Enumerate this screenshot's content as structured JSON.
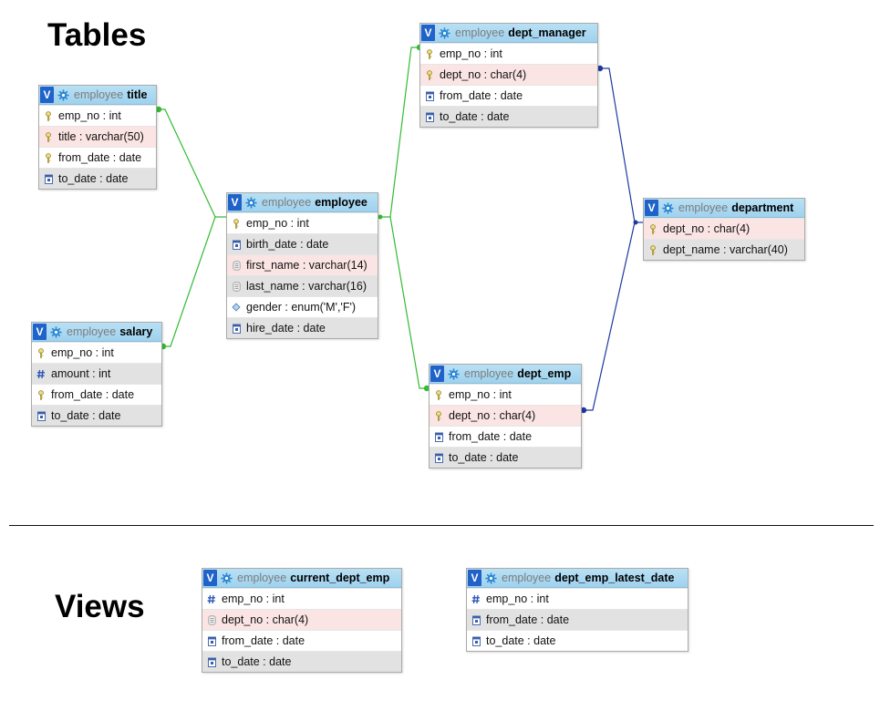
{
  "sections": {
    "tables": "Tables",
    "views": "Views"
  },
  "colors": {
    "link_green": "#33bb33",
    "link_blue": "#1e3a9e",
    "header": "#a9d8f0",
    "badge": "#1f62c9"
  },
  "tables": [
    {
      "id": "title",
      "db": "employee",
      "name": "title",
      "badge": "V",
      "columns": [
        {
          "text": "emp_no : int",
          "icon": "key-icon",
          "bg": "white"
        },
        {
          "text": "title : varchar(50)",
          "icon": "key-icon",
          "bg": "pink"
        },
        {
          "text": "from_date : date",
          "icon": "key-icon",
          "bg": "white"
        },
        {
          "text": "to_date : date",
          "icon": "date-icon",
          "bg": "gray"
        }
      ]
    },
    {
      "id": "salary",
      "db": "employee",
      "name": "salary",
      "badge": "V",
      "columns": [
        {
          "text": "emp_no : int",
          "icon": "key-icon",
          "bg": "white"
        },
        {
          "text": "amount : int",
          "icon": "hash-icon",
          "bg": "gray"
        },
        {
          "text": "from_date : date",
          "icon": "key-icon",
          "bg": "white"
        },
        {
          "text": "to_date : date",
          "icon": "date-icon",
          "bg": "gray"
        }
      ]
    },
    {
      "id": "employee",
      "db": "employee",
      "name": "employee",
      "badge": "V",
      "columns": [
        {
          "text": "emp_no : int",
          "icon": "key-icon",
          "bg": "white"
        },
        {
          "text": "birth_date : date",
          "icon": "date-icon",
          "bg": "gray"
        },
        {
          "text": "first_name : varchar(14)",
          "icon": "text-icon",
          "bg": "pink"
        },
        {
          "text": "last_name : varchar(16)",
          "icon": "text-icon",
          "bg": "gray"
        },
        {
          "text": "gender : enum('M','F')",
          "icon": "enum-icon",
          "bg": "white"
        },
        {
          "text": "hire_date : date",
          "icon": "date-icon",
          "bg": "gray"
        }
      ]
    },
    {
      "id": "dept_manager",
      "db": "employee",
      "name": "dept_manager",
      "badge": "V",
      "columns": [
        {
          "text": "emp_no : int",
          "icon": "key-icon",
          "bg": "white"
        },
        {
          "text": "dept_no : char(4)",
          "icon": "key-icon",
          "bg": "pink"
        },
        {
          "text": "from_date : date",
          "icon": "date-icon",
          "bg": "white"
        },
        {
          "text": "to_date : date",
          "icon": "date-icon",
          "bg": "gray"
        }
      ]
    },
    {
      "id": "department",
      "db": "employee",
      "name": "department",
      "badge": "V",
      "columns": [
        {
          "text": "dept_no : char(4)",
          "icon": "key-icon",
          "bg": "pink"
        },
        {
          "text": "dept_name : varchar(40)",
          "icon": "key-icon",
          "bg": "gray"
        }
      ]
    },
    {
      "id": "dept_emp",
      "db": "employee",
      "name": "dept_emp",
      "badge": "V",
      "columns": [
        {
          "text": "emp_no : int",
          "icon": "key-icon",
          "bg": "white"
        },
        {
          "text": "dept_no : char(4)",
          "icon": "key-icon",
          "bg": "pink"
        },
        {
          "text": "from_date : date",
          "icon": "date-icon",
          "bg": "white"
        },
        {
          "text": "to_date : date",
          "icon": "date-icon",
          "bg": "gray"
        }
      ]
    },
    {
      "id": "current_dept_emp",
      "db": "employee",
      "name": "current_dept_emp",
      "badge": "V",
      "columns": [
        {
          "text": "emp_no : int",
          "icon": "hash-icon",
          "bg": "white"
        },
        {
          "text": "dept_no : char(4)",
          "icon": "text-icon",
          "bg": "pink"
        },
        {
          "text": "from_date : date",
          "icon": "date-icon",
          "bg": "white"
        },
        {
          "text": "to_date : date",
          "icon": "date-icon",
          "bg": "gray"
        }
      ]
    },
    {
      "id": "dept_emp_latest_date",
      "db": "employee",
      "name": "dept_emp_latest_date",
      "badge": "V",
      "columns": [
        {
          "text": "emp_no : int",
          "icon": "hash-icon",
          "bg": "white"
        },
        {
          "text": "from_date : date",
          "icon": "date-icon",
          "bg": "gray"
        },
        {
          "text": "to_date : date",
          "icon": "date-icon",
          "bg": "white"
        }
      ]
    }
  ],
  "relations": [
    {
      "from": "title",
      "to": "employee",
      "color": "green"
    },
    {
      "from": "salary",
      "to": "employee",
      "color": "green"
    },
    {
      "from": "employee",
      "to": "dept_manager",
      "color": "green"
    },
    {
      "from": "employee",
      "to": "dept_emp",
      "color": "green"
    },
    {
      "from": "dept_manager",
      "to": "department",
      "color": "blue"
    },
    {
      "from": "dept_emp",
      "to": "department",
      "color": "blue"
    }
  ]
}
